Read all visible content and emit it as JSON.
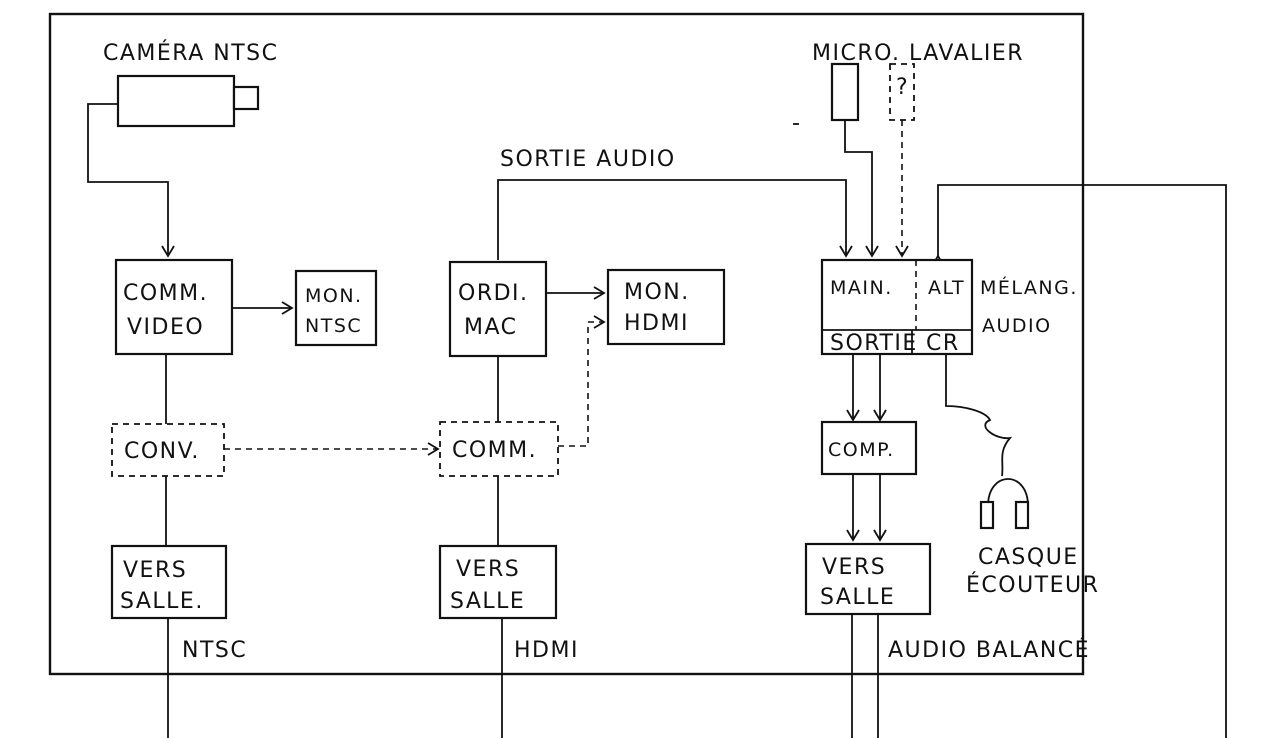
{
  "labels": {
    "camera": "CAMÉRA NTSC",
    "micro": "MICRO. LAVALIER",
    "sortie_audio": "SORTIE AUDIO",
    "comm_video_1": "COMM.",
    "comm_video_2": "VIDEO",
    "mon_ntsc_1": "MON.",
    "mon_ntsc_2": "NTSC",
    "ordi_1": "ORDI.",
    "ordi_2": "MAC",
    "mon_hdmi_1": "MON.",
    "mon_hdmi_2": "HDMI",
    "mixer_main": "MAIN.",
    "mixer_alt": "ALT",
    "mixer_sortie": "SORTIE",
    "mixer_cr": "CR",
    "melang_1": "MÉLANG.",
    "melang_2": "AUDIO",
    "conv": "CONV.",
    "comm_hdmi": "COMM.",
    "comp": "COMP.",
    "vers": "VERS",
    "salle_1": "SALLE.",
    "salle_2": "SALLE",
    "salle_3": "SALLE",
    "casque_1": "CASQUE",
    "casque_2": "ÉCOUTEUR",
    "out_ntsc": "NTSC",
    "out_hdmi": "HDMI",
    "out_audio": "AUDIO BALANCÉ",
    "mic_spare_mark": "?"
  }
}
